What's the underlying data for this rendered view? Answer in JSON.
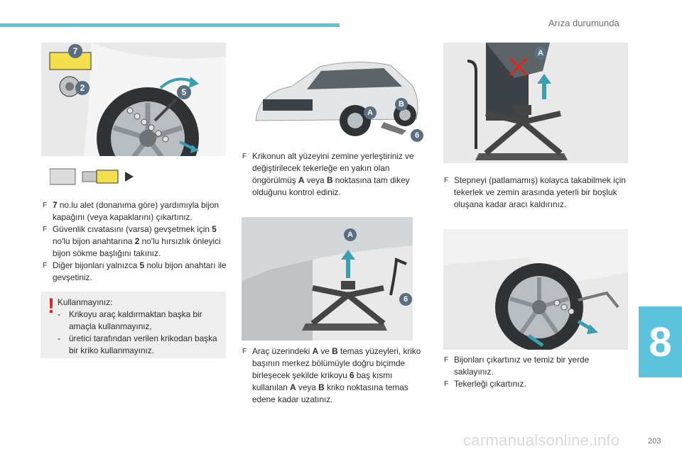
{
  "header": {
    "section_title": "Arıza durumunda",
    "page_number": "203"
  },
  "chapter_tab": "8",
  "watermark": "carmanualsonline.info",
  "figure1": {
    "callouts": [
      "7",
      "2",
      "5"
    ]
  },
  "figure2": {
    "callouts": [
      "A",
      "B",
      "6"
    ]
  },
  "figure3": {
    "callouts": [
      "A"
    ]
  },
  "figure4": {
    "callouts": [
      "A",
      "6"
    ]
  },
  "col1": {
    "items": [
      {
        "marker": "F",
        "bold": "7",
        "text": " no.lu alet (donanıma göre) yardımıyla bijon kapağını (veya kapaklarını) çıkartınız."
      },
      {
        "marker": "F",
        "pre": "Güvenlik cıvatasını (varsa) gevşetmek için ",
        "b1": "5",
        "mid": " no'lu bijon anahtarına ",
        "b2": "2",
        "post": " no'lu hırsızlık önleyici bijon sökme başlığını takınız."
      },
      {
        "marker": "F",
        "pre": "Diğer bijonları yalnızca ",
        "b1": "5",
        "post": " nolu bijon anahtarı ile gevşetiniz."
      }
    ]
  },
  "warning": {
    "icon": "!",
    "title": "Kullanmayınız:",
    "bullets": [
      {
        "dash": "-",
        "text": "Krikoyu araç kaldırmaktan başka bir amaçla kullanmayınız,"
      },
      {
        "dash": "-",
        "text": "üretici tarafından verilen krikodan başka bir kriko kullanmayınız."
      }
    ]
  },
  "col2": {
    "item1": {
      "marker": "F",
      "pre": "Krikonun alt yüzeyini zemine yerleştiriniz ve değiştirilecek tekerleğe en yakın olan öngörülmüş ",
      "b1": "A",
      "mid": " veya ",
      "b2": "B",
      "post": " noktasına tam dikey olduğunu kontrol ediniz."
    },
    "item2": {
      "marker": "F",
      "pre": "Araç üzerindeki ",
      "b1": "A",
      "mid1": " ve ",
      "b2": "B",
      "mid2": " temas yüzeyleri, kriko başının merkez bölümüyle doğru biçimde birleşecek şekilde krikoyu ",
      "b3": "6",
      "mid3": " baş kısmı kullanılan ",
      "b4": "A",
      "mid4": " veya ",
      "b5": "B",
      "post": " kriko noktasına temas edene kadar uzatınız."
    }
  },
  "col3": {
    "item1": {
      "marker": "F",
      "text": "Stepneyi (patlamamış) kolayca takabilmek için tekerlek ve zemin arasında yeterli bir boşluk oluşana kadar aracı kaldırınız."
    },
    "items2": [
      {
        "marker": "F",
        "text": "Bijonları çıkartınız ve temiz bir yerde saklayınız."
      },
      {
        "marker": "F",
        "text": "Tekerleği çıkartınız."
      }
    ]
  },
  "colors": {
    "accent": "#5cc3dc",
    "warning": "#e2231a",
    "callout": "#5a6f80",
    "arrow": "#3a9fb0"
  }
}
